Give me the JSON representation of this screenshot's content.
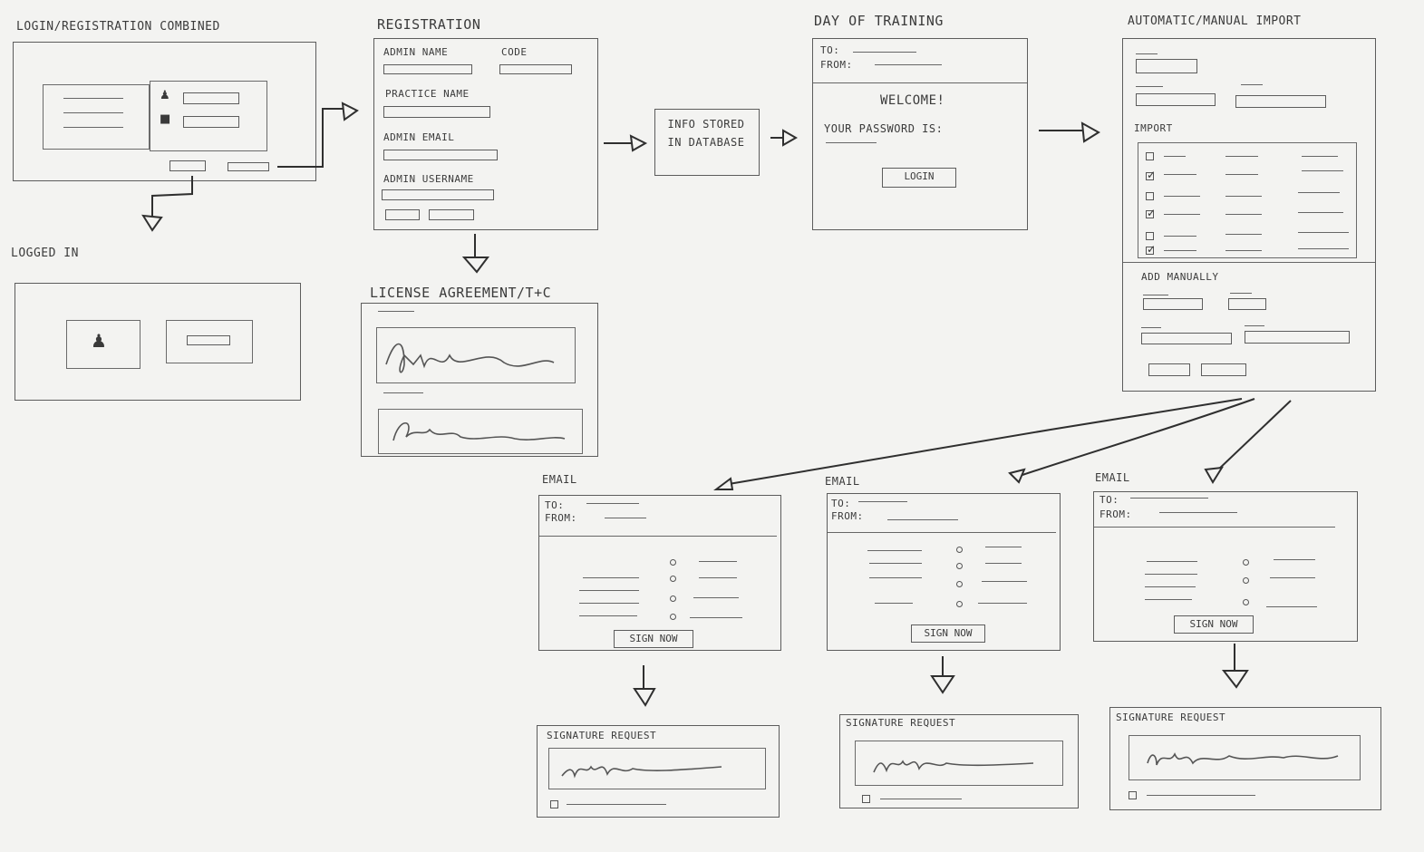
{
  "frames": {
    "login": {
      "title": "Login/Registration Combined"
    },
    "logged_in": {
      "title": "Logged In"
    },
    "registration": {
      "title": "Registration",
      "admin_name": "Admin Name",
      "code": "Code",
      "practice_name": "Practice Name",
      "admin_email": "Admin Email",
      "admin_username": "Admin Username"
    },
    "db": {
      "text": "Info Stored In Database"
    },
    "license": {
      "title": "License Agreement/T+C"
    },
    "training": {
      "title": "Day of Training",
      "to": "To:",
      "from": "From:",
      "welcome": "Welcome!",
      "password": "Your Password is:",
      "login_button": "Login"
    },
    "import": {
      "title": "Automatic/Manual Import",
      "import_label": "Import",
      "add_manually": "Add Manually"
    },
    "emails": [
      {
        "title": "Email",
        "to": "To:",
        "from": "From:",
        "button": "Sign Now"
      },
      {
        "title": "Email",
        "to": "To:",
        "from": "From:",
        "button": "Sign Now"
      },
      {
        "title": "Email",
        "to": "To:",
        "from": "From:",
        "button": "Sign Now"
      }
    ],
    "signatures": [
      {
        "title": "Signature Request"
      },
      {
        "title": "Signature Request"
      },
      {
        "title": "Signature Request"
      }
    ]
  }
}
